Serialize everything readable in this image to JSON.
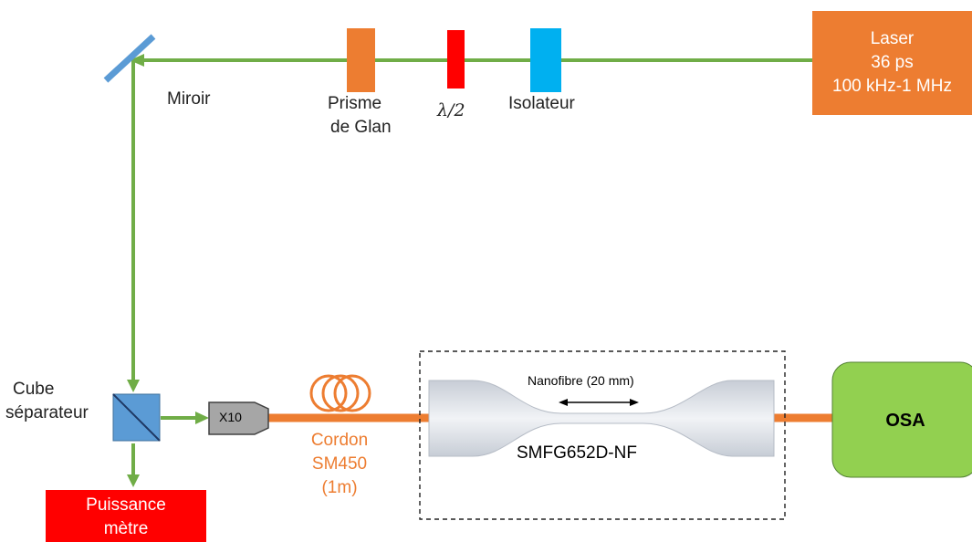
{
  "colors": {
    "beam": "#70AD47",
    "fiber": "#ED7D31",
    "laser": "#ED7D31",
    "prism": "#ED7D31",
    "waveplate": "#FF0000",
    "isolator": "#00B0F0",
    "mirror": "#5B9BD5",
    "cube": "#5B9BD5",
    "power_meter": "#FF0000",
    "osa": "#92D050",
    "objective": "#A6A6A6"
  },
  "laser": {
    "lines": [
      "Laser",
      "36 ps",
      "100 kHz-1 MHz"
    ]
  },
  "mirror": {
    "label": "Miroir"
  },
  "prism": {
    "lines": [
      "Prisme",
      "de Glan"
    ]
  },
  "waveplate": {
    "label": "λ/2"
  },
  "isolator": {
    "label": "Isolateur"
  },
  "cube": {
    "lines": [
      "Cube",
      "séparateur"
    ]
  },
  "objective": {
    "label": "X10"
  },
  "cordon": {
    "lines": [
      "Cordon",
      "SM450",
      "(1m)"
    ]
  },
  "nanofibre": {
    "label": "Nanofibre (20 mm)",
    "name": "SMFG652D-NF"
  },
  "osa": {
    "label": "OSA"
  },
  "power_meter": {
    "lines": [
      "Puissance",
      "mètre"
    ]
  }
}
